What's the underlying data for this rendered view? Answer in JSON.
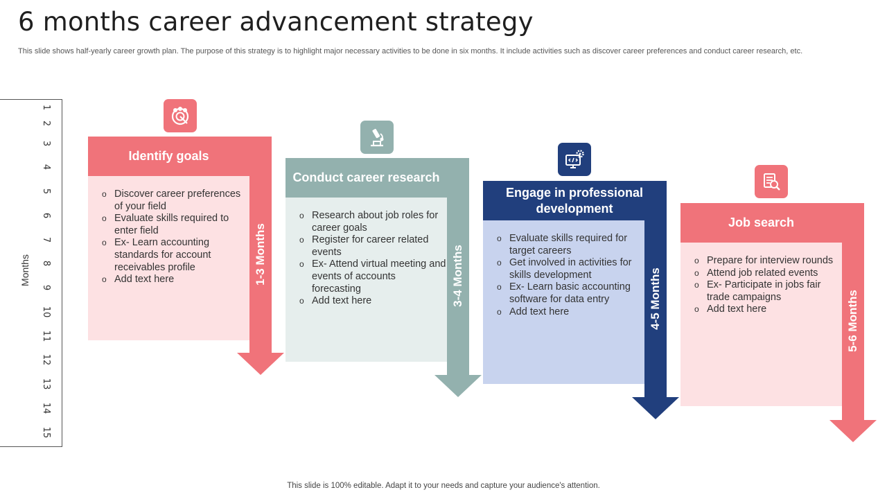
{
  "title": "6 months career advancement strategy",
  "subtitle": "This slide shows half-yearly career growth plan. The purpose of this strategy is to highlight major necessary activities to be done in six months. It include activities such as discover career preferences and conduct career research, etc.",
  "footer": "This slide is 100% editable. Adapt it to your needs and capture your audience's attention.",
  "axis": {
    "label": "Months",
    "ticks": [
      "1",
      "2",
      "3",
      "4",
      "5",
      "6",
      "7",
      "8",
      "9",
      "10",
      "11",
      "12",
      "13",
      "14",
      "15"
    ]
  },
  "steps": [
    {
      "title": "Identify goals",
      "period": "1-3 Months",
      "icon": "team-goal-icon",
      "color": "#f0737a",
      "body_color": "#fde1e3",
      "items": [
        "Discover career preferences of your field",
        "Evaluate skills required to enter field",
        "Ex- Learn accounting standards for account receivables profile",
        "Add text here"
      ]
    },
    {
      "title": "Conduct career research",
      "period": "3-4 Months",
      "icon": "microscope-icon",
      "color": "#93b1ae",
      "body_color": "#e6eeed",
      "items": [
        "Research about job roles for career goals",
        "Register for career related events",
        "Ex- Attend virtual meeting and events of accounts forecasting",
        "Add text here"
      ]
    },
    {
      "title": "Engage in professional development",
      "period": "4-5 Months",
      "icon": "monitor-gear-icon",
      "color": "#213f7d",
      "body_color": "#c8d3ee",
      "items": [
        "Evaluate skills required for target careers",
        "Get involved in activities for skills development",
        "Ex- Learn basic accounting software for data entry",
        "Add text here"
      ]
    },
    {
      "title": "Job search",
      "period": "5-6 Months",
      "icon": "resume-search-icon",
      "color": "#f0737a",
      "body_color": "#fde1e3",
      "items": [
        "Prepare for interview rounds",
        "Attend job related events",
        "Ex- Participate in jobs fair trade campaigns",
        "Add text  here"
      ]
    }
  ]
}
